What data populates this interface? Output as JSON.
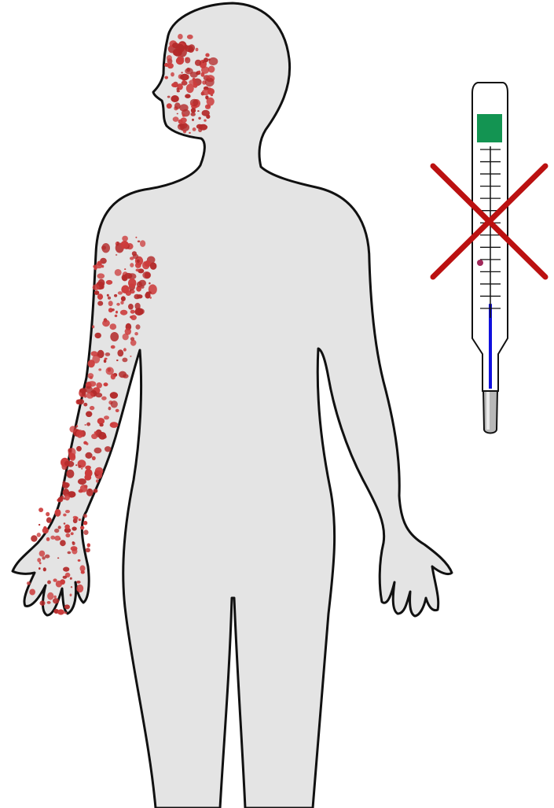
{
  "colors": {
    "background": "#ffffff",
    "body_fill": "#e4e4e4",
    "outline": "#111111",
    "rash": "#cc3c3c",
    "rash_dark": "#b32a2a",
    "cross": "#bb1111",
    "thermometer_body": "#ffffff",
    "thermometer_cap": "#139452",
    "mercury": "#1010dd",
    "bulb": "#b8b8b8",
    "normal_mark": "#a0285a"
  },
  "figure": {
    "icon": "human-body-outline-icon",
    "rash_regions": [
      "face",
      "left-shoulder",
      "left-arm",
      "left-hand"
    ]
  },
  "thermometer": {
    "icon": "thermometer-icon",
    "tick_count": 14,
    "mercury_level": 0.35,
    "crossed_out": true,
    "cross_icon": "cross-out-icon"
  }
}
